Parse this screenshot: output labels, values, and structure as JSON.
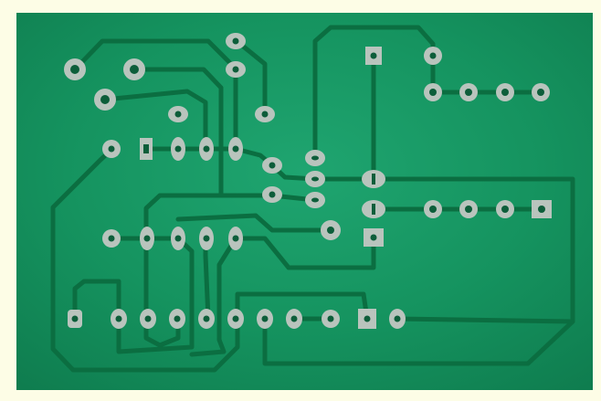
{
  "colors": {
    "background": "#fdfde6",
    "board": "#12875a",
    "board_highlight": "#1fa570",
    "trace": "#0b6e41",
    "pad_outer": "#b9c4bd",
    "pad_inner": "#0d5e3a"
  },
  "board": {
    "type": "single-layer pcb",
    "label_text": ""
  },
  "components": {
    "trimpots": 1,
    "ic_sockets": 2,
    "header_rows": 3
  }
}
